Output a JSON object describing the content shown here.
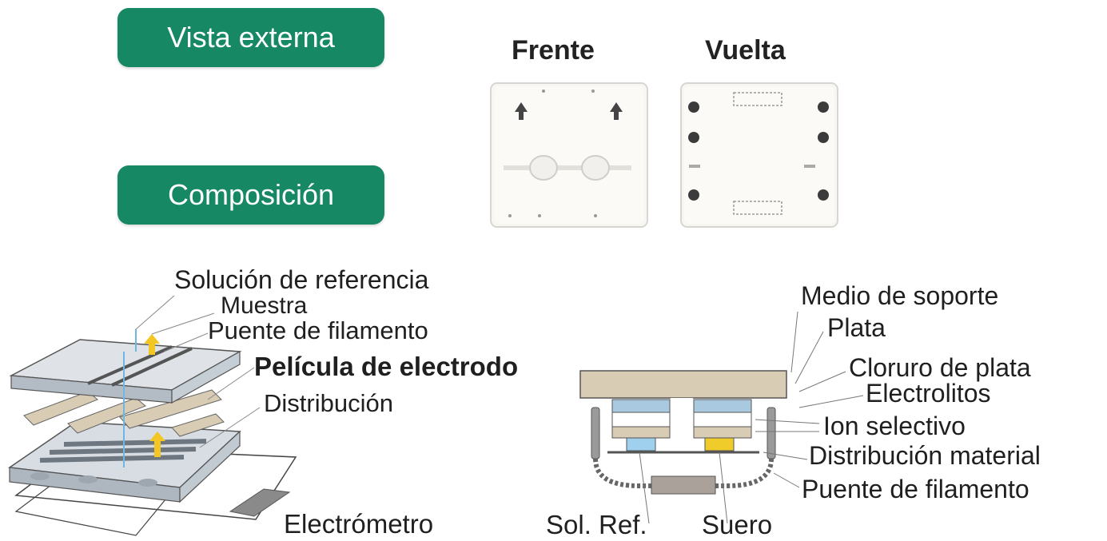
{
  "buttons": {
    "external_view": "Vista externa",
    "composition": "Composición"
  },
  "views": {
    "front": "Frente",
    "back": "Vuelta"
  },
  "exploded_labels": {
    "reference_solution": "Solución de referencia",
    "sample": "Muestra",
    "filament_bridge": "Puente de filamento",
    "electrode_film": "Película de electrodo",
    "distribution": "Distribución",
    "electrometer": "Electrómetro"
  },
  "section_labels": {
    "support_medium": "Medio de soporte",
    "silver": "Plata",
    "silver_chloride": "Cloruro de plata",
    "electrolytes": "Electrolitos",
    "ion_selective": "Ion selectivo",
    "distribution_material": "Distribución  material",
    "filament_bridge": "Puente de filamento",
    "ref_solution": "Sol. Ref.",
    "serum": "Suero"
  },
  "colors": {
    "button_green": "#168864",
    "film_beige": "#d8ccb4",
    "electrolyte_blue": "#a9c9e0",
    "reference_blue": "#9fd1ee",
    "serum_yellow": "#f0cc2a"
  }
}
